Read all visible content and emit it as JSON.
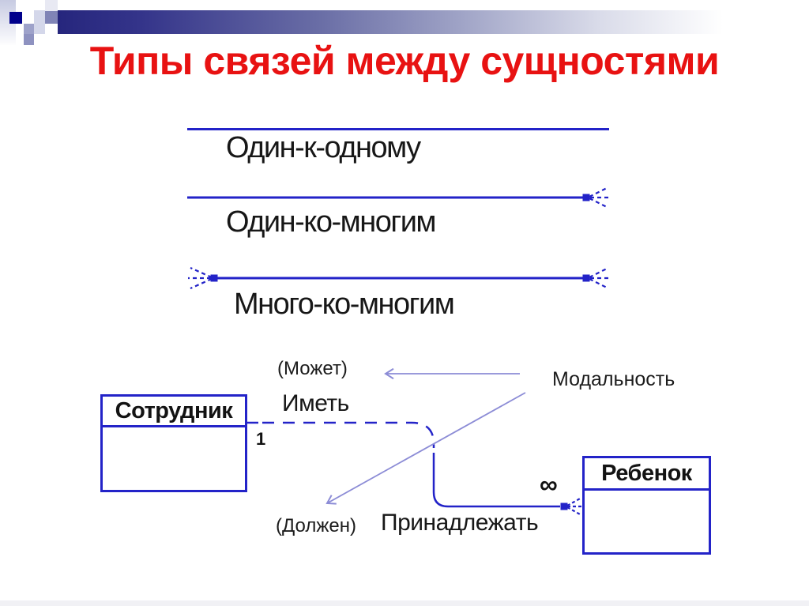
{
  "slide": {
    "title": "Типы связей между сущностями",
    "relationships": [
      {
        "label": "Один-к-одному"
      },
      {
        "label": "Один-ко-многим"
      },
      {
        "label": "Много-ко-многим"
      }
    ],
    "example": {
      "left_entity": "Сотрудник",
      "right_entity": "Ребенок",
      "cardinality_one": "1",
      "cardinality_many": "∞",
      "modality_may": "(Может)",
      "modality_must": "(Должен)",
      "verb_have": "Иметь",
      "verb_belong": "Принадлежать",
      "modality_title": "Модальность"
    },
    "colors": {
      "title_red": "#e81212",
      "diagram_blue": "#2323c8",
      "pointer_purple": "#8c8cd6",
      "header_navy": "#26267d",
      "corner_dark_square": "#00008b"
    }
  }
}
